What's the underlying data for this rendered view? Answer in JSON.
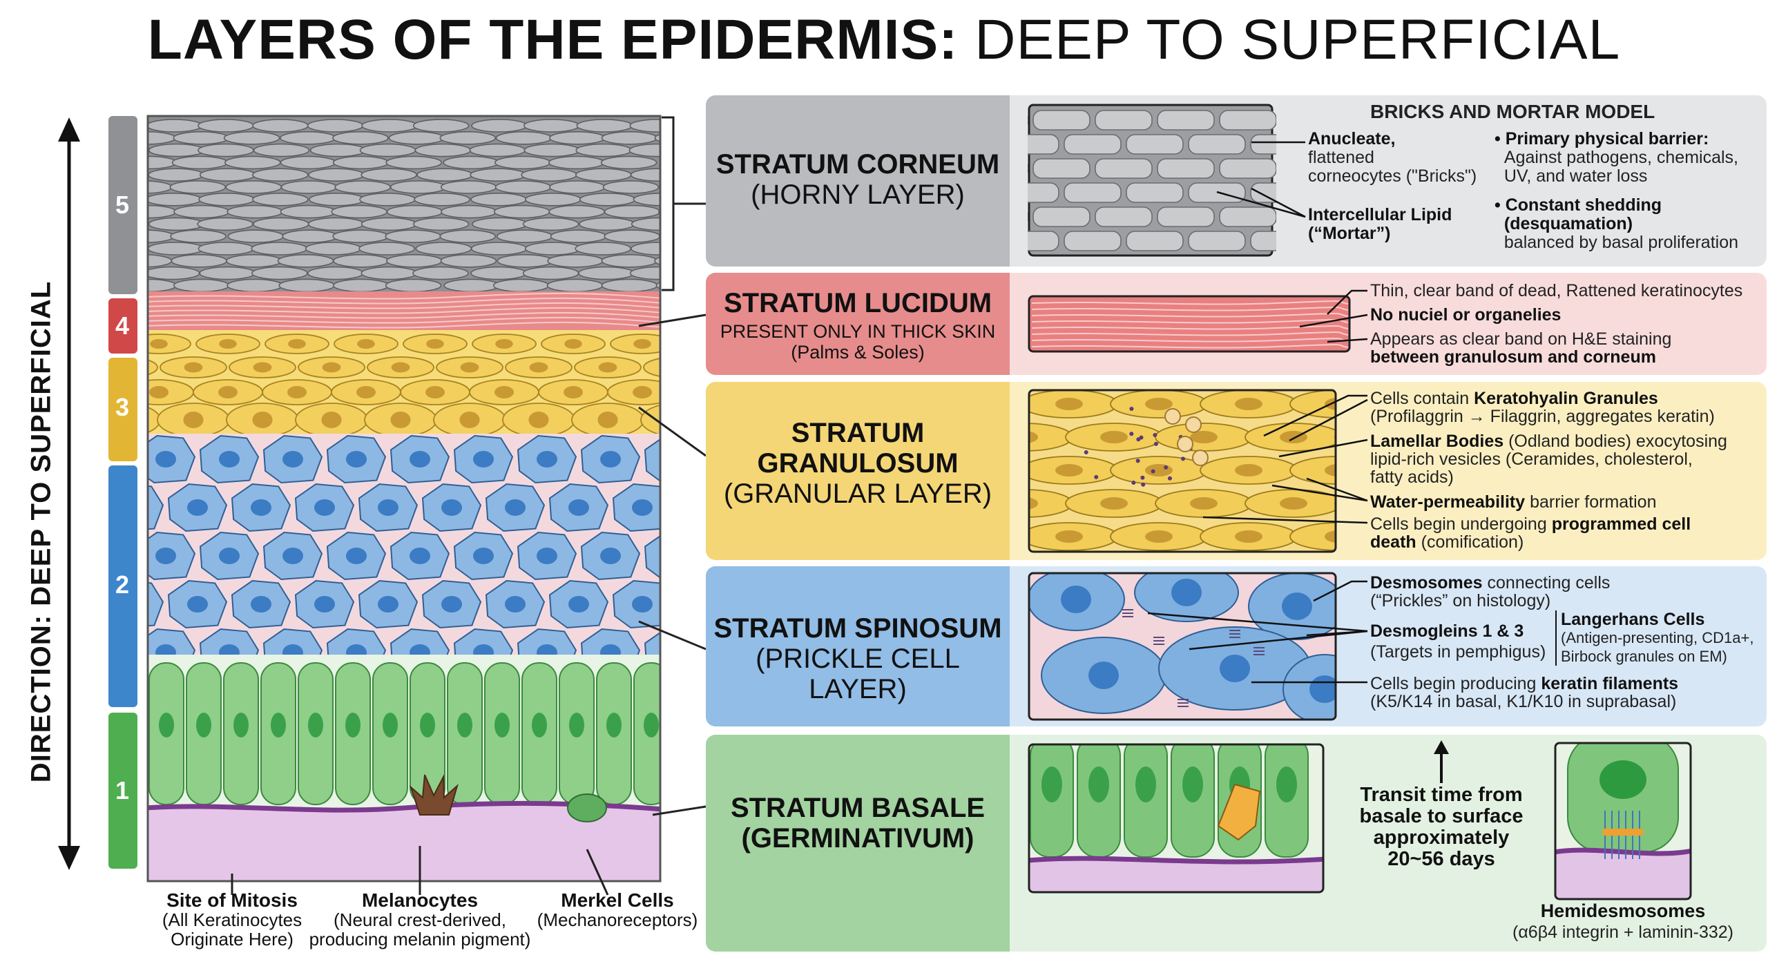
{
  "title": {
    "bold": "LAYERS OF THE EPIDERMIS:",
    "regular": "DEEP TO SUPERFICIAL"
  },
  "axis_label": "DIRECTION: DEEP TO SUPERFICIAL",
  "layer_numbers": [
    "5",
    "4",
    "3",
    "2",
    "1"
  ],
  "colors": {
    "corneum": "#a7a9ad",
    "lucidum": "#e87878",
    "granulosum": "#f0cc58",
    "spinosum": "#6ea4d8",
    "basale": "#76c174"
  },
  "layers": {
    "corneum": {
      "name1": "STRATUM CORNEUM",
      "name2": "(HORNY LAYER)",
      "heading": "BRICKS AND MORTAR MODEL",
      "l1": "Anucleate,",
      "l2": "flattened",
      "l3": "corneocytes (\"Bricks\")",
      "l4": "Intercellular Lipid",
      "l5": "(“Mortar”)",
      "r1": "• Primary physical barrier:",
      "r2": "Against pathogens, chemicals,",
      "r3": "UV, and water loss",
      "r4": "• Constant shedding",
      "r5": "(desquamation)",
      "r6": "balanced by basal proliferation"
    },
    "lucidum": {
      "name1": "STRATUM LUCIDUM",
      "name2": "PRESENT ONLY IN THICK SKIN",
      "name3": "(Palms & Soles)",
      "t1": "Thin, clear band of dead, Rattened keratinocytes",
      "t2": "No nuciel or organelies",
      "t3": "Appears as clear band on H&E staining",
      "t4": "between granulosum and corneum"
    },
    "granulosum": {
      "name1": "STRATUM",
      "name2": "GRANULOSUM",
      "name3": "(GRANULAR LAYER)",
      "t1a": "Cells contain ",
      "t1b": "Keratohyalin Granules",
      "t2": "(Profilaggrin → Filaggrin, aggregates keratin)",
      "t3a": "Lamellar Bodies",
      "t3b": " (Odland bodies) exocytosing",
      "t4": "lipid-rich vesicles (Ceramides, cholesterol,",
      "t5": "fatty acids)",
      "t6a": "Water-permeability",
      "t6b": " barrier formation",
      "t7a": "Cells begin undergoing ",
      "t7b": "programmed cell",
      "t8a": "death",
      "t8b": " (comification)"
    },
    "spinosum": {
      "name1": "STRATUM SPINOSUM",
      "name2": "(PRICKLE CELL LAYER)",
      "t1a": "Desmosomes",
      "t1b": " connecting cells",
      "t2": "(“Prickles” on histology)",
      "t3": "Desmogleins 1 & 3",
      "t4": "(Targets in pemphigus)",
      "t5": "Langerhans Cells",
      "t6": "(Antigen-presenting, CD1a+,",
      "t7": "Birbock granules on EM)",
      "t8a": "Cells begin producing ",
      "t8b": "keratin filaments",
      "t9": "(K5/K14 in basal, K1/K10 in suprabasal)"
    },
    "basale": {
      "name1": "STRATUM BASALE",
      "name2": "(GERMINATIVUM)",
      "transit": [
        "Transit time from",
        "basale to surface",
        "approximately",
        "20~56 days"
      ],
      "hemi1": "Hemidesmosomes",
      "hemi2": "(α6β4 integrin + laminin-332)"
    }
  },
  "bottom_labels": {
    "mitosis": {
      "title": "Site of Mitosis",
      "l1": "(All Keratinocytes",
      "l2": "Originate Here)"
    },
    "melanocytes": {
      "title": "Melanocytes",
      "l1": "(Neural crest-derived,",
      "l2": "producing melanin pigment)"
    },
    "merkel": {
      "title": "Merkel Cells",
      "l1": "(Mechanoreceptors)"
    }
  }
}
